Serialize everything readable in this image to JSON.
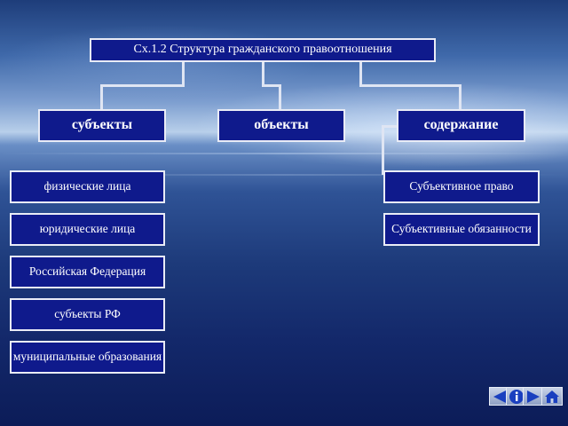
{
  "diagram": {
    "title": "Сх.1.2 Структура гражданского правоотношения",
    "categories": [
      {
        "label": "субъекты",
        "items": [
          "физические лица",
          "юридические лица",
          "Российская Федерация",
          "субъекты РФ",
          "муниципальные образования"
        ]
      },
      {
        "label": "объекты",
        "items": []
      },
      {
        "label": "содержание",
        "items": [
          "Субъективное право",
          "Субъективные обязанности"
        ]
      }
    ]
  },
  "navigation": {
    "buttons": [
      {
        "icon": "prev-arrow-icon"
      },
      {
        "icon": "info-icon"
      },
      {
        "icon": "next-arrow-icon"
      },
      {
        "icon": "home-icon"
      }
    ],
    "accent_color": "#1a3fbf"
  },
  "colors": {
    "box_fill": "#0f1a8c",
    "box_border": "#e9ecf6",
    "connector": "#dfe5f3"
  }
}
